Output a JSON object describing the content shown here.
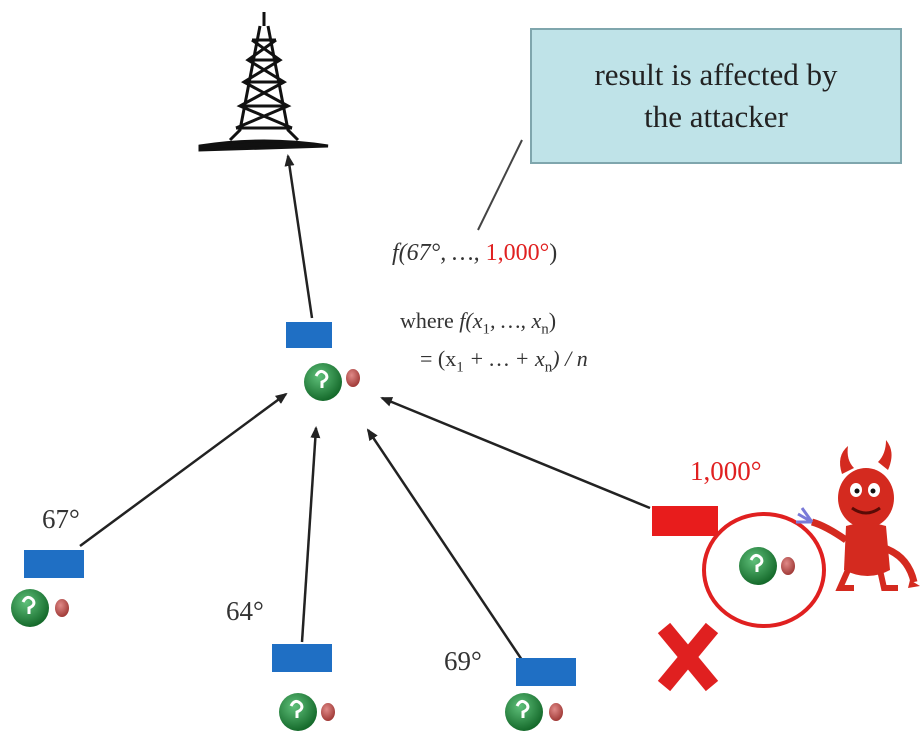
{
  "callout": {
    "line1": "result is affected by",
    "line2": "the attacker"
  },
  "aggregate": {
    "func_open": "f(67°, …, ",
    "attacker_value": "1,000°",
    "func_close": ")",
    "where_prefix": "where ",
    "where_func": "f(x",
    "where_mid": ", …, x",
    "where_end": ")",
    "eq_prefix": "= (x",
    "eq_mid": " + … + x",
    "eq_end": ") / n",
    "sub1": "1",
    "subn": "n"
  },
  "readings": {
    "left": "67°",
    "middle": "64°",
    "right": "69°",
    "attacker": "1,000°"
  },
  "colors": {
    "honest": "#1f6fc4",
    "attacker": "#e81c1c",
    "node_green": "#1f8a3a",
    "node_red": "#c0504d"
  },
  "icons": [
    "radio-tower-icon",
    "sensor-node-icon",
    "devil-attacker-icon",
    "x-mark-icon"
  ]
}
